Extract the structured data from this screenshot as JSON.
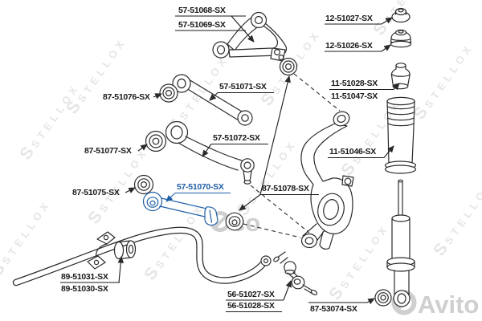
{
  "diagram": {
    "type": "suspension-parts-diagram",
    "brand_watermark": "STELLOX",
    "logo_letter": "S",
    "marketplace_watermark": "Avito",
    "center_watermark_fragment": "co"
  },
  "colors": {
    "highlight": "#1f5fa6",
    "line": "#2b2b2b",
    "label": "#1a1a1a",
    "watermark": "#e6e6e6",
    "photo_mark": "#a8a8a8"
  },
  "highlighted_part": "57-51070-SX",
  "labels": {
    "part_57_51068": "57-51068-SX",
    "part_57_51069": "57-51069-SX",
    "part_12_51027": "12-51027-SX",
    "part_12_51026": "12-51026-SX",
    "part_11_51028": "11-51028-SX",
    "part_11_51047": "11-51047-SX",
    "part_57_51071": "57-51071-SX",
    "part_87_51076": "87-51076-SX",
    "part_57_51072": "57-51072-SX",
    "part_87_51077": "87-51077-SX",
    "part_11_51046": "11-51046-SX",
    "part_87_51075": "87-51075-SX",
    "part_57_51070": "57-51070-SX",
    "part_87_51078": "87-51078-SX",
    "part_89_51031": "89-51031-SX",
    "part_89_51030": "89-51030-SX",
    "part_56_51027": "56-51027-SX",
    "part_56_51028": "56-51028-SX",
    "part_87_53074": "87-53074-SX"
  }
}
